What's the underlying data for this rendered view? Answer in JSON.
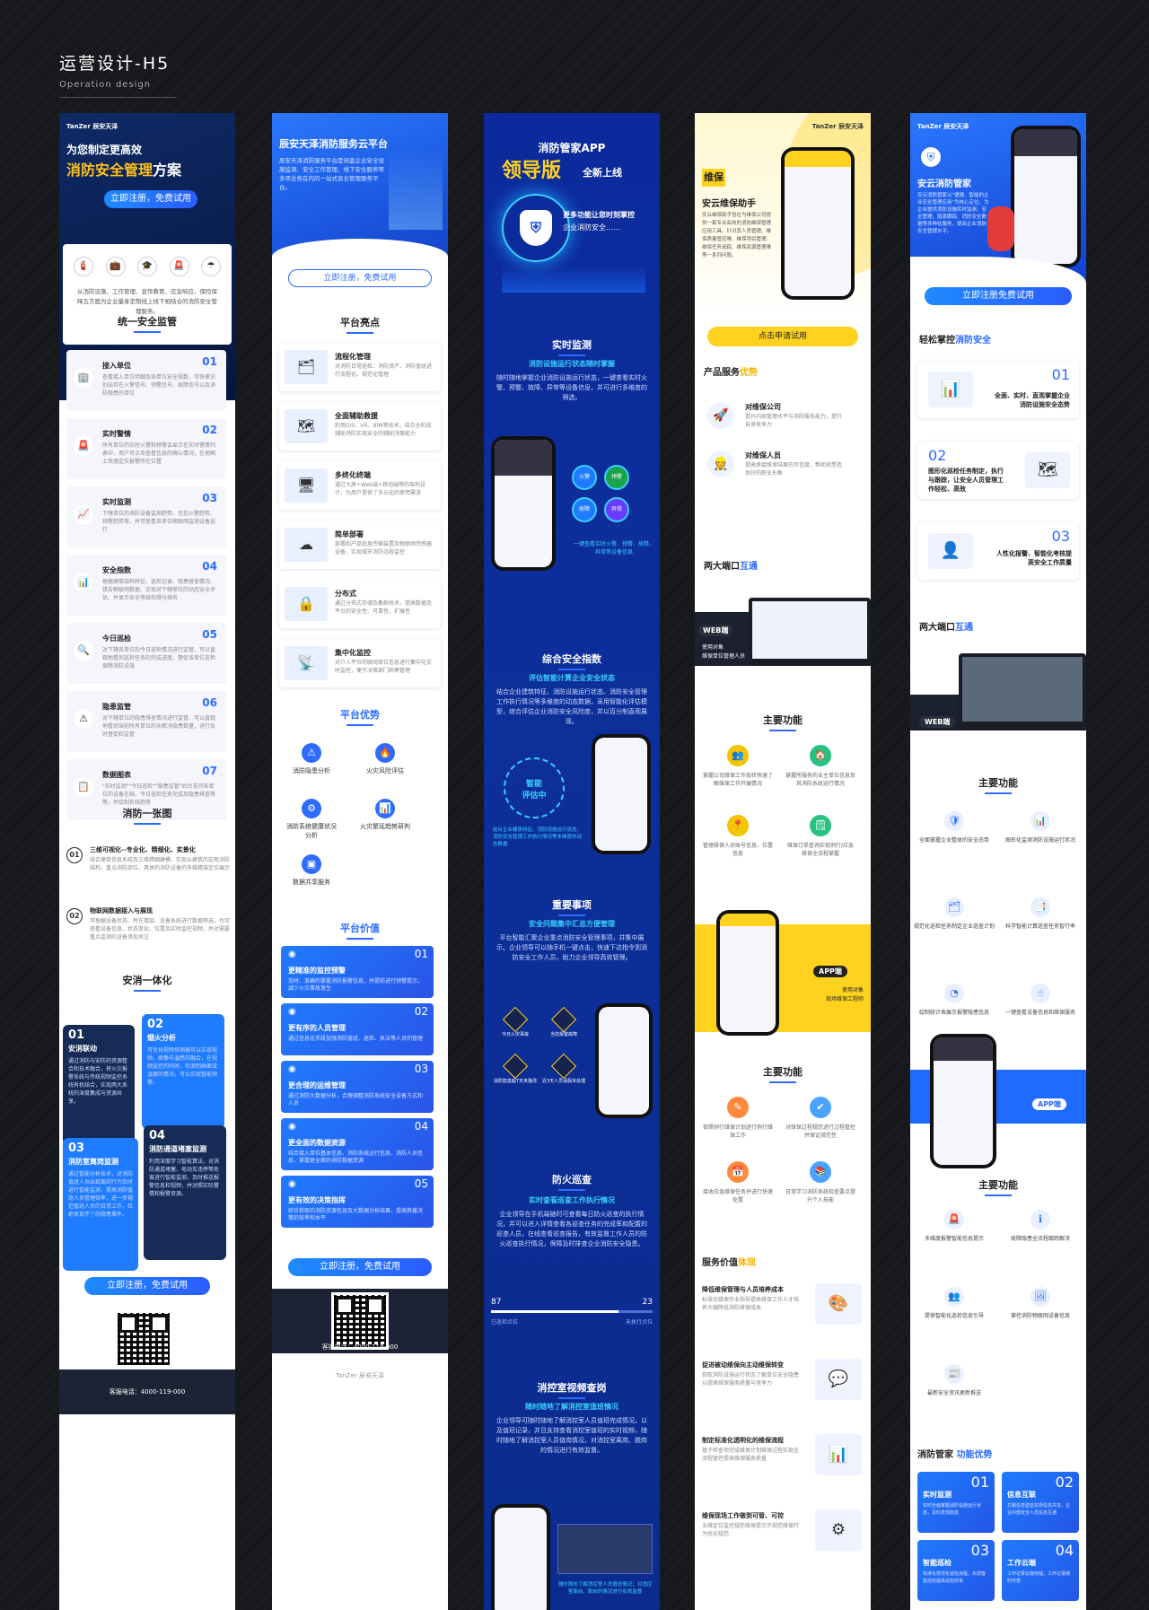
{
  "header": {
    "title": "运营设计-H5",
    "subtitle": "Operation design"
  },
  "c1": {
    "logo": "TanZer 辰安天泽",
    "hero1": "为您制定更高效",
    "hero2": "消防安全管理",
    "hero3": "方案",
    "cta": "立即注册，免费试用",
    "intro": "从消防设施、工作管理、宣传教育、应急响应、保险保障五方面为企业量身定制线上线下相结合的消防安全管理服务。",
    "sec1": "统一安全监管",
    "items": [
      {
        "n": "01",
        "t": "接入单位",
        "d": "查看接入单位明细及各单位安全指数，可快速识别出存在火警信号、预警信号、故障信号以及消防隐患的单位",
        "i": "🏢"
      },
      {
        "n": "02",
        "t": "实时警情",
        "d": "所有单位的实时火警和预警会显示在实时警情列表中，用户可点击查看信息的确认情况，在地图上快速定位报警所在位置",
        "i": "🚨"
      },
      {
        "n": "03",
        "t": "实时监测",
        "d": "下辖单位的消防设备监测趋势，包括火警趋势、预警趋势等，并可查看各单位物联网监测设备运行",
        "i": "📈"
      },
      {
        "n": "04",
        "t": "安全指数",
        "d": "根据建筑结构特征、巡检记录、隐患排查情况、错告物联网数据，实现对下辖单位的动态安全评估，并显示安全等级和得分排名",
        "i": "📊"
      },
      {
        "n": "05",
        "t": "今日巡检",
        "d": "对下辖各单位的今日巡检情况进行监管，可以直观地看到巡检任务的完成进度，督促各单位巡检保障消防设施",
        "i": "🔍"
      },
      {
        "n": "06",
        "t": "隐患监管",
        "d": "对下辖单位的隐患排查情况进行监管，可以直观地看到当前所有单位的未解决隐患数量，进行及时督促和监管",
        "i": "⚠"
      },
      {
        "n": "07",
        "t": "数据图表",
        "d": "\"实时监测\"\"今日巡检\"\"隐患监管\"后台支持各单位的设备在线、今日巡检任务完成及隐患排查等等，并绘制折线趋势",
        "i": "📋"
      }
    ],
    "sec2": "消防一张图",
    "map": [
      {
        "n": "01",
        "t": "三维可视化--专业化、精细化、实景化",
        "d": "结合建筑信息系统及三维精细建模，实现从建筑的宏观消防结构，重点消防部位，具体的消防设备的多维精准定位展示"
      },
      {
        "n": "02",
        "t": "物联网数据接入与展现",
        "d": "可根据设备状态、所在楼层、设备系统进行数据筛选，也可查看设备信息、状态变化、位置及实时监控视频，并对需要重点监测的设备添加关注"
      }
    ],
    "sec3": "安消一体化",
    "tiles": [
      {
        "n": "01",
        "t": "安消联动",
        "d": "通过消防与安防的资源整合和技术融合，将火灾报警系统与传统视频监控系统有机结合，实现两大系统的深度集成与资源共享。"
      },
      {
        "n": "02",
        "t": "烟火分析",
        "d": "可优化视频探测器可以实现视频、图像与温感的融合，在视频监控的同时，检测到画面或温度的情况，可以实现智能预警。"
      },
      {
        "n": "03",
        "t": "消防室离岗监测",
        "d": "通过智能分析技术，对消防值班人员出现离岗行为及时进行智能监测，提高消防值班人员管理效率，进一步规范值班人员的日常工作，杜绝发现不了的隐患事件。"
      },
      {
        "n": "04",
        "t": "消防通道堵塞监测",
        "d": "利用深度学习智能算法，对消防通道堵塞、电动车违停等危害进行智能监测，及时推送报警信息和视频，并对照实际警情和报警资源。"
      }
    ],
    "cta2": "立即注册，免费试用",
    "phone": "客服电话：4000-119-000"
  },
  "c2": {
    "title": "辰安天泽消防服务云平台",
    "desc": "辰安天泽消防服务平台是涵盖企业安全设施监测、安全工作管理、线下安全服务等多项业务在内的一站式安全管理服务平台。",
    "cta": "立即注册，免费试用",
    "sec1": "平台亮点",
    "hl": [
      {
        "t": "流程化管理",
        "d": "对消防日常巡检、消防资产、消防值班进行流程化、规范化管理",
        "i": "🗂"
      },
      {
        "t": "全面辅助救援",
        "d": "利用GIS、VR、BIM等技术，结合全阶段辅助消防实现安全的辅助决策能力",
        "i": "🗺"
      },
      {
        "t": "多终化终端",
        "d": "通过大屏+Web端+移动端等的架构设计，为用户提供了多元化的使用需求",
        "i": "🖥"
      },
      {
        "t": "简单部署",
        "d": "部署和产品信息传输装置及物联网传感器设备，实现城市消防远程监控",
        "i": "☁"
      },
      {
        "t": "分布式",
        "d": "通过分布式存储及集群技术，提高数据及平台的安全性、可靠性、扩展性",
        "i": "🔒"
      },
      {
        "t": "集中化监控",
        "d": "对介入平台的联网单位信息进行集中化实时监控，便于决策部门统筹管理",
        "i": "📡"
      }
    ],
    "sec2": "平台优势",
    "adv": [
      {
        "t": "消防隐患分析",
        "i": "⚠"
      },
      {
        "t": "火灾风险评估",
        "i": "🔥"
      },
      {
        "t": "消防系统健康状况分析",
        "i": "⚙"
      },
      {
        "t": "火灾聚延趋势研判",
        "i": "📊"
      },
      {
        "t": "数据共享服务",
        "i": "▣"
      }
    ],
    "sec3": "平台价值",
    "vals": [
      {
        "n": "01",
        "t": "更精准的监控预警",
        "d": "及时、准确的掌握消防报警信息，并提前进行预警提示，减少火灾事故发生"
      },
      {
        "n": "02",
        "t": "更有序的人员管理",
        "d": "通过信息化手段加强消防值班、巡检、执法等人员的管理"
      },
      {
        "n": "03",
        "t": "更合理的运维管理",
        "d": "通过消防大数据分析，合理调整消防系统安全设备方式和人员"
      },
      {
        "n": "04",
        "t": "更全面的数据资源",
        "d": "结合接入单位基本信息、消防系统运行信息、消防人员信息，掌握更全面的消防数据资源"
      },
      {
        "n": "05",
        "t": "更有效的决策指挥",
        "d": "综合获取的消防资源信息及大数据分析结果，提高救援决策的效率和水平"
      }
    ],
    "cta2": "立即注册，免费试用",
    "phone": "客服电话：4000-119-000",
    "logo": "TanZer 辰安天泽"
  },
  "c3": {
    "t1": "消防管家APP",
    "t2": "领导版",
    "t3": "全新上线",
    "tag1": "更多功能让您时刻掌控",
    "tag2": "企业消防安全……",
    "s1": {
      "h": "实时监测",
      "sub": "消防设施运行状态随时掌握",
      "d": "随时随地掌握企业消防设施运行状态，一键查看实时火警、预警、故障、异常等设备信息，并可进行多维度的筛选。",
      "note": "一键查看实时火警、预警、故障、异常等设备信息",
      "btns": [
        "火警",
        "预警",
        "故障",
        "异常"
      ]
    },
    "s2": {
      "h": "综合安全指数",
      "sub": "评估智能计算企业安全状态",
      "d": "结合企业建筑特征、消防设施运行状态、消防安全管理工作执行情况等多维度的动态数据，采用智能化评估模型，综合评估企业消防安全风险度，并以百分制直观展现。",
      "ring1": "智能",
      "ring2": "评估中",
      "note": "结合企业建筑特征、消防设施运行状态、消防安全管理工作执行情况等多维度的动态数据"
    },
    "s3": {
      "h": "重要事项",
      "sub": "安全问题集中汇总方便管理",
      "d": "平台智能汇聚企业重点消防安全管理事项，并集中展示。企业领导可以随手机一键点击，快速下达指令到消防安全工作人员，助力企业领导高效管理。",
      "icons": [
        "今日火灾事故",
        "当前报警故障",
        "消防隐患超7天未整改",
        "近3天人员请假未处理"
      ]
    },
    "s4": {
      "h": "防火巡查",
      "sub": "实时查看巡查工作执行情况",
      "d": "企业领导在手机端随时可查看每日防火巡查的执行情况，并可以进入详情查看各巡查任务的完成率和配置的巡查人员，在线查看巡查报告，有效监督工作人员的防火巡查执行情况，保障及时排查企业消防安全隐患。",
      "left": "87",
      "right": "23",
      "leftLabel": "已巡检点位",
      "rightLabel": "未执行点位"
    },
    "s5": {
      "h": "消控室视频查岗",
      "sub": "随时随地了解消控室值班情况",
      "d": "企业领导可随时随地了解消控室人员值班完成情况，以及值班记录，并且支持查看消控室值班的实时视频，随时随地了解消控室人员值岗情况，对消控室离岗、脱岗的情况进行有效监督。",
      "note": "随时随地了解消控室人员值班情况；对消控室离岗、脱岗的情况进行有效监督"
    }
  },
  "c4": {
    "logo": "TanZer 辰安天泽",
    "badge": "维保",
    "title": "安云维保助手",
    "desc": "安云维保助手旨在为维保公司提供一套专业高效的消防维保管理应用工具。针对其人员管理、维保质量管控难、维保项目管理、维保任务追踪、维保资源管理难等一系列问题。",
    "cta": "点击申请试用",
    "sec1a": "产品服务",
    "sec1b": "优势",
    "svc": [
      {
        "t": "对维保公司",
        "d": "提升内部管理水平与消防服务能力，提升自身竞争力",
        "i": "🚀"
      },
      {
        "t": "对维保人员",
        "d": "提高承接维保结果的可信度，帮助其塑造良好的职业形象",
        "i": "👷"
      }
    ],
    "sec2a": "两大端口",
    "sec2b": "互通",
    "web": "WEB端",
    "webUser1": "使用对象",
    "webUser2": "维保单位管理人员",
    "f1": "主要功能",
    "funcs1": [
      {
        "t": "掌握公司维保工作现状快速了解维保工作开展情况",
        "c": "#f5c400",
        "i": "👥"
      },
      {
        "t": "掌握所服务的业主单位信息及其消防系统运行情况",
        "c": "#26c281",
        "i": "🏠"
      },
      {
        "t": "管理维保人员账号信息、位置信息",
        "c": "#f5c400",
        "i": "📍"
      },
      {
        "t": "维保订单查询实现例行/应急维保全流程掌握",
        "c": "#26c281",
        "i": "🗒"
      }
    ],
    "app": "APP端",
    "appUser1": "使用对象",
    "appUser2": "现场维保工程师",
    "f2": "主要功能",
    "funcs2": [
      {
        "t": "依照例行维保计划进行例行维保工作",
        "c": "#ff8a3d",
        "i": "✎"
      },
      {
        "t": "对维保过程规范进行过程管控并保证规范性",
        "c": "#4aa3ff",
        "i": "✔"
      },
      {
        "t": "接收应急维保任务并进行快速处置",
        "c": "#ff8a3d",
        "i": "📅"
      },
      {
        "t": "日常学习消防系统检查要点提升个人技能",
        "c": "#4aa3ff",
        "i": "📚"
      }
    ],
    "sec3a": "服务价值",
    "sec3b": "体现",
    "pv": [
      {
        "t": "降低维保管理与人员培养成本",
        "d": "标准化维保作业指导提高维保工作人才培养大幅降低消防维保成本",
        "i": "🎨"
      },
      {
        "t": "促进被动维保向主动维保转变",
        "d": "获取消防设施运行状态了解单位安全隐患以提高维保服务质量与竞争力",
        "i": "💬"
      },
      {
        "t": "制定标准化透明化的维保流程",
        "d": "基于检查项完成维保计划维保过程实现全流程管控提高维保服务质量",
        "i": "📊"
      },
      {
        "t": "维保现场工作做到可管、可控",
        "d": "五维定位监控规范维保提示不规范维保行为优化规范",
        "i": "⚙"
      }
    ]
  },
  "c5": {
    "logo": "TanZer 辰安天泽",
    "title": "安云消防管家",
    "desc": "安云消防管家以\"便捷、智能的企业安全管理应用\"为核心定位，为企业提供消防设施实时监测、安全管理、隐患跟踪、消防安全数据等多种化服务，提高企业消防安全管理水平。",
    "cta": "立即注册免费试用",
    "sec1a": "轻松掌控",
    "sec1b": "消防安全",
    "feat": [
      {
        "n": "01",
        "t": "全面、实时、直观掌握企业消防设施安全态势",
        "i": "📊"
      },
      {
        "n": "02",
        "t": "图形化巡检任务制定，执行与跟踪，让安全人员管理工作轻松、高效",
        "i": "🗺"
      },
      {
        "n": "03",
        "t": "人性化报警、智能化考核提高安全工作质量",
        "i": "👤"
      }
    ],
    "sec2a": "两大端口",
    "sec2b": "互通",
    "web": "WEB端",
    "f1": "主要功能",
    "funcs1": [
      {
        "t": "全面掌握企业整体的安全态势",
        "i": "🛡"
      },
      {
        "t": "图形化监测消防设施运行状况",
        "i": "📊"
      },
      {
        "t": "规范化巡检任务制定企业巡查计划",
        "i": "🗂"
      },
      {
        "t": "科学智能计算巡查任务智行率",
        "i": "📑"
      },
      {
        "t": "绘制统计表展示报警隐患信息",
        "i": "◔"
      },
      {
        "t": "一键查看设备信息和维保服务",
        "i": "☝"
      }
    ],
    "app": "APP端",
    "f2": "主要功能",
    "funcs2": [
      {
        "t": "多维度报警智能信息提示",
        "i": "🚨"
      },
      {
        "t": "故障隐患全流程跟踪解决",
        "i": "ℹ"
      },
      {
        "t": "提供智能化巡检信息引导",
        "i": "👥"
      },
      {
        "t": "掌控消防物联网设备信息",
        "i": "🖼"
      },
      {
        "t": "最新安全资讯更新推送",
        "i": "📰"
      }
    ],
    "sec3a": "消防管家",
    "sec3b": "功能优势",
    "tiles": [
      {
        "n": "01",
        "t": "实时监测",
        "d": "实时全面掌握消防设施运行状态，及时发现隐患"
      },
      {
        "n": "02",
        "t": "信息互联",
        "d": "打破信息壁垒实现信息共享，企业内部安全人员信息互通"
      },
      {
        "n": "03",
        "t": "智能巡检",
        "d": "标准化规范化巡检流程，实现智能巡检提高巡检效率"
      },
      {
        "n": "04",
        "t": "工作云端",
        "d": "工作记录云端存储，工作记录随时可查"
      }
    ]
  }
}
